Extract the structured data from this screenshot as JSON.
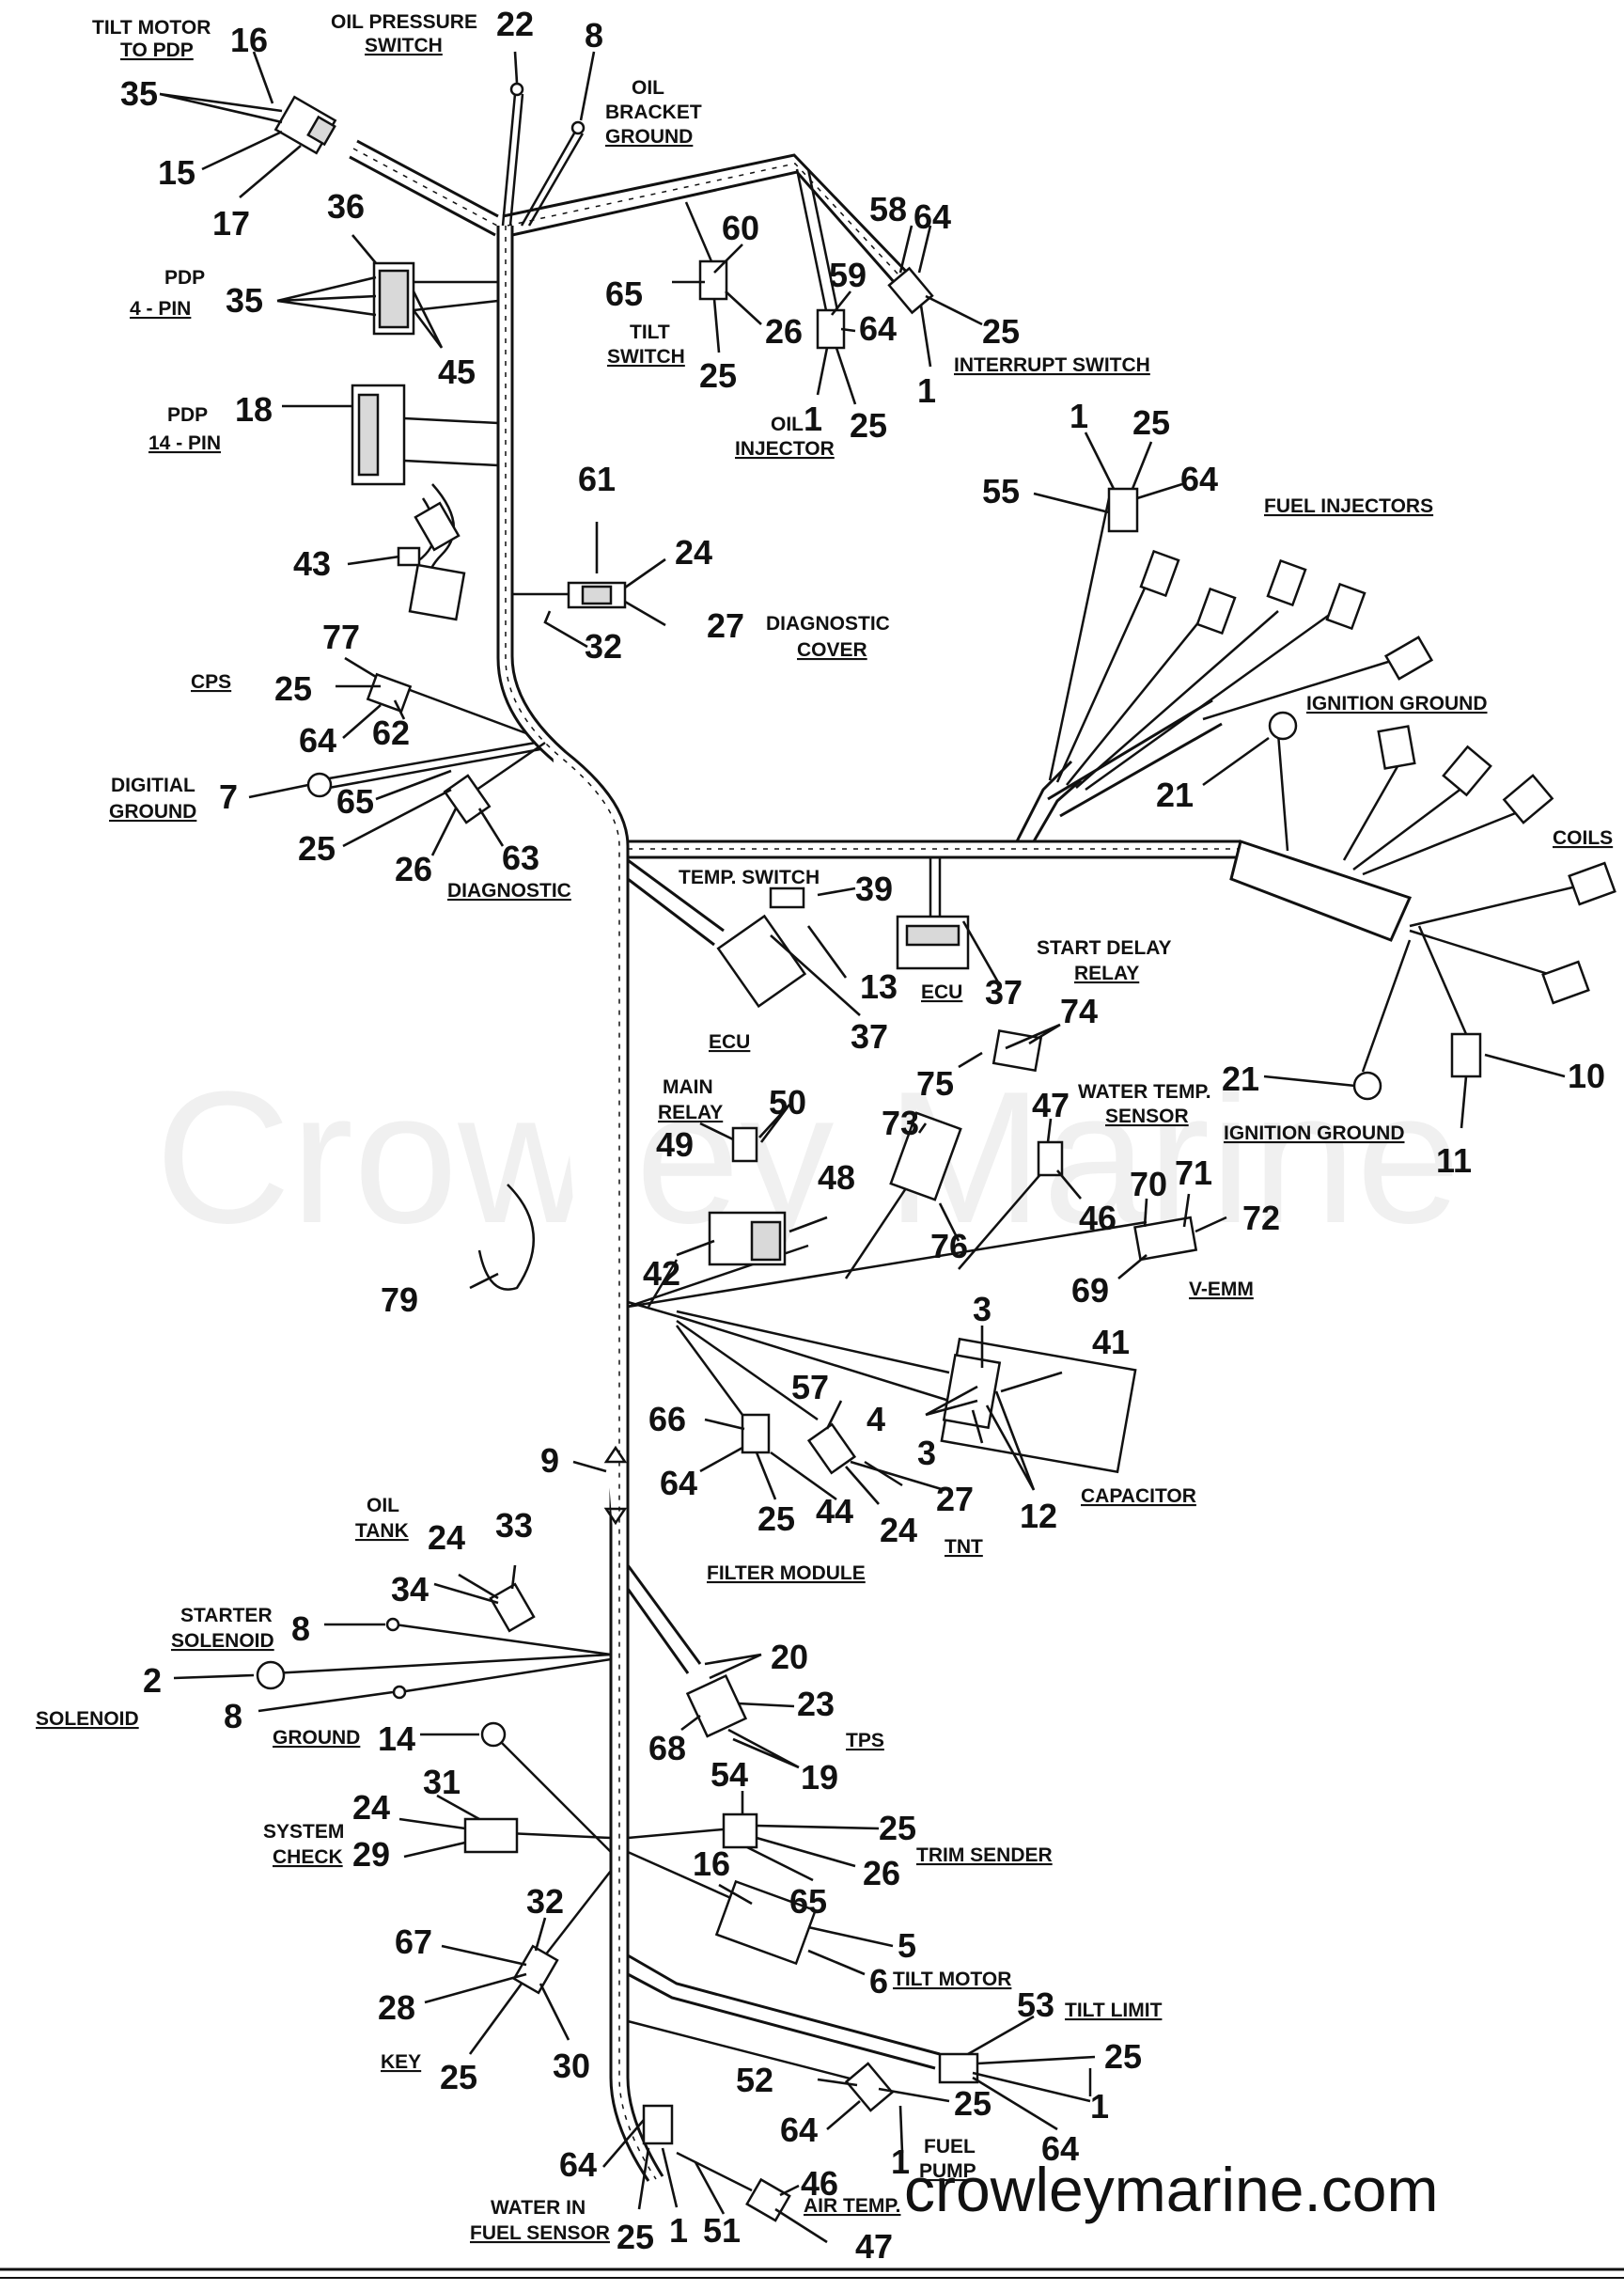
{
  "watermark": "Crowley Marine",
  "website": "crowleymarine.com",
  "labels": {
    "tilt_motor_to_pdp_1": "TILT MOTOR",
    "tilt_motor_to_pdp_2": "TO PDP",
    "oil_pressure_switch_1": "OIL PRESSURE",
    "oil_pressure_switch_2": "SWITCH",
    "oil_bracket_ground_1": "OIL",
    "oil_bracket_ground_2": "BRACKET",
    "oil_bracket_ground_3": "GROUND",
    "pdp_4pin_1": "PDP",
    "pdp_4pin_2": "4 - PIN",
    "pdp_14pin_1": "PDP",
    "pdp_14pin_2": "14 - PIN",
    "tilt_switch_1": "TILT",
    "tilt_switch_2": "SWITCH",
    "oil_injector_1": "OIL",
    "oil_injector_2": "INJECTOR",
    "interrupt_switch": "INTERRUPT SWITCH",
    "fuel_injectors": "FUEL INJECTORS",
    "diagnostic_cover_1": "DIAGNOSTIC",
    "diagnostic_cover_2": "COVER",
    "cps": "CPS",
    "digital_ground_1": "DIGITIAL",
    "digital_ground_2": "GROUND",
    "diagnostic": "DIAGNOSTIC",
    "ignition_ground_top": "IGNITION GROUND",
    "coils": "COILS",
    "temp_switch": "TEMP. SWITCH",
    "ecu_center": "ECU",
    "ecu_left": "ECU",
    "start_delay_relay_1": "START DELAY",
    "start_delay_relay_2": "RELAY",
    "main_relay_1": "MAIN",
    "main_relay_2": "RELAY",
    "water_temp_sensor_1": "WATER TEMP.",
    "water_temp_sensor_2": "SENSOR",
    "ignition_ground_right": "IGNITION GROUND",
    "v_emm": "V-EMM",
    "capacitor": "CAPACITOR",
    "tnt": "TNT",
    "filter_module": "FILTER MODULE",
    "oil_tank_1": "OIL",
    "oil_tank_2": "TANK",
    "starter_solenoid_1": "STARTER",
    "starter_solenoid_2": "SOLENOID",
    "solenoid": "SOLENOID",
    "ground": "GROUND",
    "tps": "TPS",
    "system_check_1": "SYSTEM",
    "system_check_2": "CHECK",
    "trim_sender": "TRIM SENDER",
    "tilt_motor": "TILT MOTOR",
    "tilt_limit": "TILT LIMIT",
    "key": "KEY",
    "fuel_pump_1": "FUEL",
    "fuel_pump_2": "PUMP",
    "air_temp": "AIR TEMP.",
    "water_in_fuel_sensor_1": "WATER IN",
    "water_in_fuel_sensor_2": "FUEL SENSOR"
  },
  "callouts": {
    "c16a": "16",
    "c35a": "35",
    "c15a": "15",
    "c17": "17",
    "c22": "22",
    "c8a": "8",
    "c36": "36",
    "c35b": "35",
    "c45": "45",
    "c18": "18",
    "c60": "60",
    "c65a": "65",
    "c26a": "26",
    "c25a": "25",
    "c59": "59",
    "c64a": "64",
    "c1a": "1",
    "c25b": "25",
    "c58": "58",
    "c64b": "64",
    "c25c": "25",
    "c1b": "1",
    "c1c": "1",
    "c25d": "25",
    "c55": "55",
    "c64c": "64",
    "c61": "61",
    "c24a": "24",
    "c27a": "27",
    "c32a": "32",
    "c43": "43",
    "c77": "77",
    "c25e": "25",
    "c64d": "64",
    "c62": "62",
    "c7": "7",
    "c65b": "65",
    "c25f": "25",
    "c26b": "26",
    "c63": "63",
    "c21a": "21",
    "c39": "39",
    "c13": "13",
    "c37a": "37",
    "c37b": "37",
    "c74": "74",
    "c75": "75",
    "c21b": "21",
    "c10": "10",
    "c11": "11",
    "c50": "50",
    "c49": "49",
    "c73": "73",
    "c48": "48",
    "c42": "42",
    "c76": "76",
    "c47a": "47",
    "c46a": "46",
    "c70": "70",
    "c71": "71",
    "c72": "72",
    "c69": "69",
    "c79": "79",
    "c3a": "3",
    "c41": "41",
    "c4": "4",
    "c3b": "3",
    "c12": "12",
    "c57": "57",
    "c66": "66",
    "c64e": "64",
    "c25g": "25",
    "c44": "44",
    "c27b": "27",
    "c24b": "24",
    "c9": "9",
    "c24c": "24",
    "c33": "33",
    "c34": "34",
    "c8b": "8",
    "c2": "2",
    "c8c": "8",
    "c14": "14",
    "c20": "20",
    "c23": "23",
    "c68": "68",
    "c19": "19",
    "c31": "31",
    "c24d": "24",
    "c29": "29",
    "c54": "54",
    "c25h": "25",
    "c26c": "26",
    "c65c": "65",
    "c16b": "16",
    "c5": "5",
    "c6": "6",
    "c32b": "32",
    "c67": "67",
    "c28": "28",
    "c25i": "25",
    "c30": "30",
    "c53": "53",
    "c25j": "25",
    "c1d": "1",
    "c64f": "64",
    "c52": "52",
    "c64g": "64",
    "c25k": "25",
    "c1e": "1",
    "c64h": "64",
    "c25l": "25",
    "c1f": "1",
    "c51": "51",
    "c46b": "46",
    "c47b": "47"
  }
}
